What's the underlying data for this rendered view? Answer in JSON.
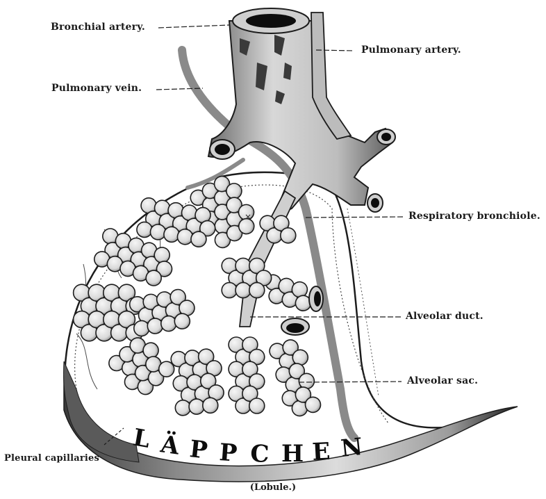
{
  "labels": {
    "bronchial_artery": "Bronchial artery.",
    "pulmonary_artery": "Pulmonary artery.",
    "pulmonary_vein": "Pulmonary vein.",
    "respiratory_bronchiole": "Respiratory bronchiole.",
    "alveolar_duct": "Alveolar duct.",
    "alveolar_sac": "Alveolar sac.",
    "pleural_capillaries": "Pleural capillaries"
  },
  "ribbon_text": "LÄPPCHEN",
  "caption": "(Lobule.)",
  "colors": {
    "tissue_fill": "#e4e4e4",
    "tissue_shade": "#9a9a9a",
    "outline": "#1c1c1c",
    "lumen": "#0d0d0d"
  }
}
